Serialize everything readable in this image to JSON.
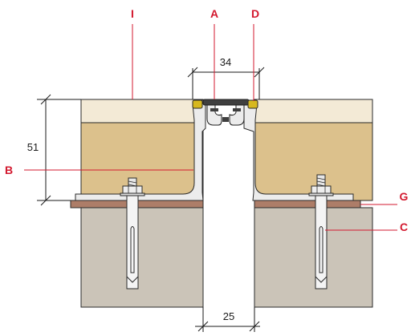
{
  "callouts": {
    "i": "I",
    "a": "A",
    "d": "D",
    "b": "B",
    "g": "G",
    "c": "C"
  },
  "dimensions": {
    "top_gap": "34",
    "height": "51",
    "bottom_gap": "25"
  },
  "colors": {
    "callout": "#d3192f",
    "topping": "#f3ead6",
    "screed": "#dcc18c",
    "concrete": "#cbc4b8",
    "bedding": "#ad7d68",
    "profile_metal": "#ececec",
    "insert_rubber": "#3f3f3f",
    "seal_yellow": "#d7b81e",
    "outline": "#2a2a2a"
  }
}
